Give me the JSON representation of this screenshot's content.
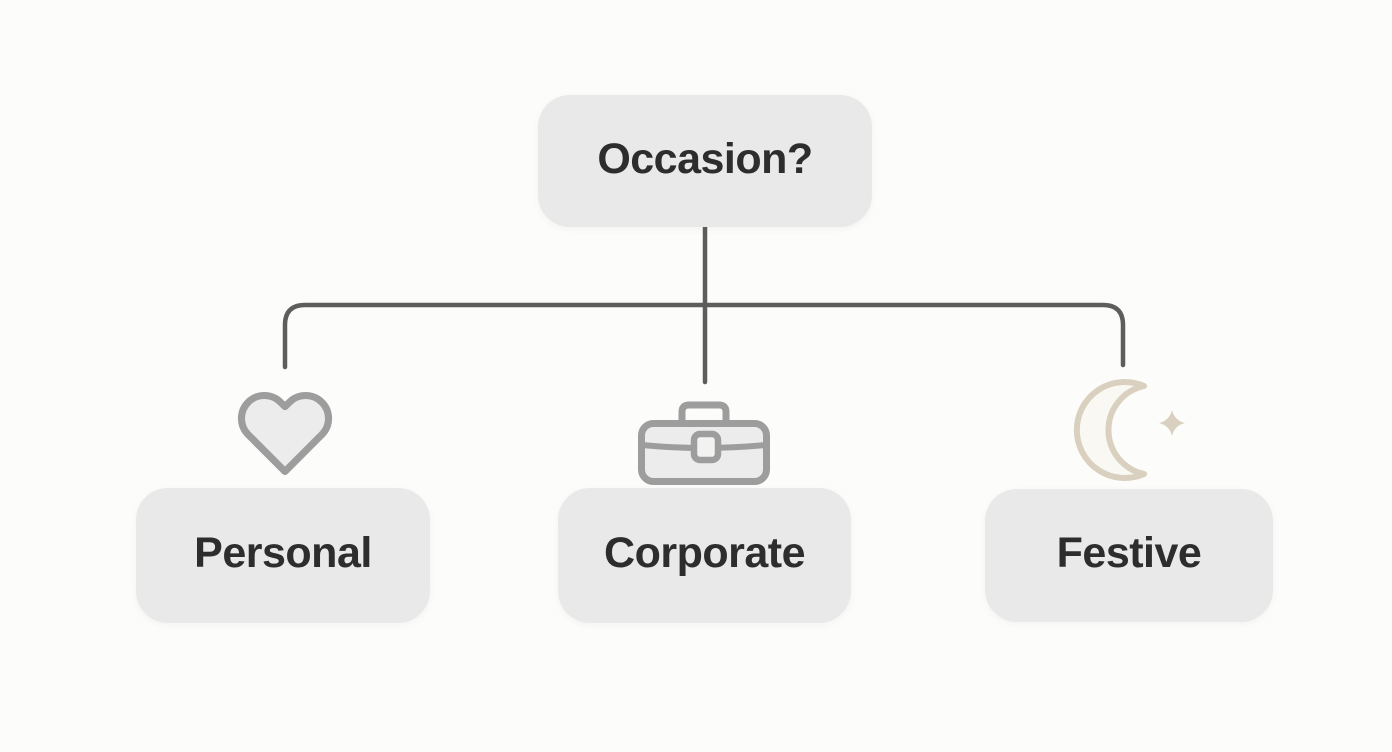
{
  "diagram": {
    "type": "decision-tree",
    "root": {
      "label": "Occasion?"
    },
    "branches": [
      {
        "label": "Personal",
        "icon": "heart-icon"
      },
      {
        "label": "Corporate",
        "icon": "briefcase-icon"
      },
      {
        "label": "Festive",
        "icon": "crescent-moon-icon"
      }
    ],
    "colors": {
      "background": "#fcfcfa",
      "node_background": "#e9e9e9",
      "node_text": "#2d2d2d",
      "connector": "#5d5d5d",
      "gray_icon_stroke": "#9d9d9d",
      "gray_icon_fill": "#ececec",
      "festive_icon_stroke": "#d9d0c0",
      "festive_icon_fill": "#faf8f2"
    }
  }
}
